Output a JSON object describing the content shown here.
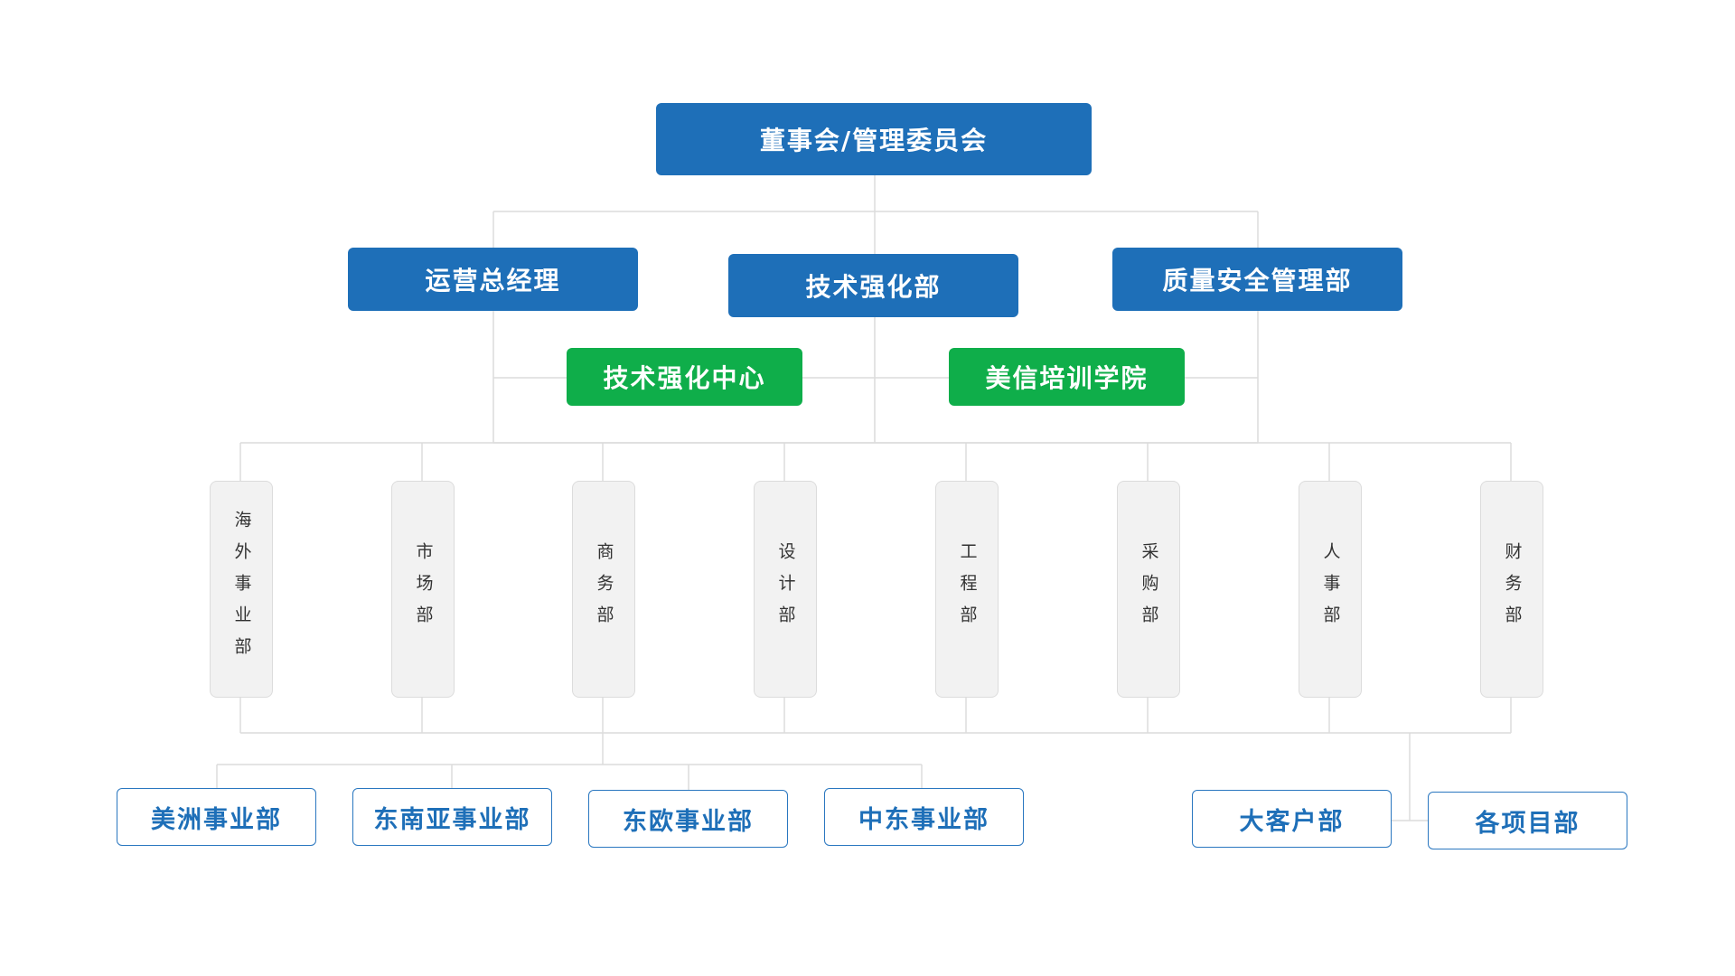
{
  "colors": {
    "primary_blue": "#1e6fb8",
    "accent_green": "#0fae4a",
    "dept_fill": "#f2f2f2",
    "line": "#dcdcdc"
  },
  "board": {
    "label": "董事会/管理委员会"
  },
  "level2": {
    "ops_gm": "运营总经理",
    "tech": "技术强化部",
    "quality": "质量安全管理部"
  },
  "level3": {
    "tech_center": "技术强化中心",
    "academy": "美信培训学院"
  },
  "departments": [
    "海外事业部",
    "市场部",
    "商务部",
    "设计部",
    "工程部",
    "采购部",
    "人事部",
    "财务部"
  ],
  "overseas_units": [
    "美洲事业部",
    "东南亚事业部",
    "东欧事业部",
    "中东事业部"
  ],
  "other_units": [
    "大客户部",
    "各项目部"
  ]
}
